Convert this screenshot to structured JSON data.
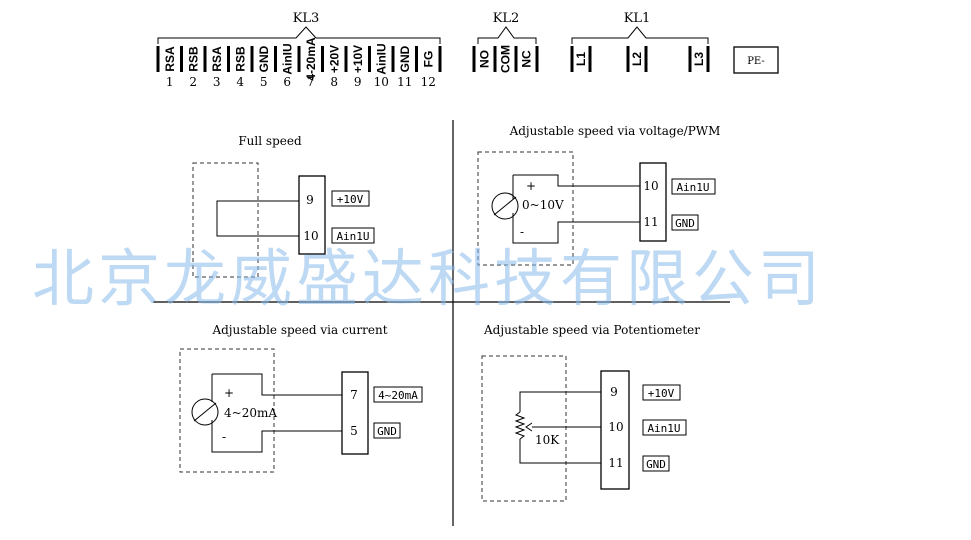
{
  "header": {
    "groups": [
      {
        "label": "KL3"
      },
      {
        "label": "KL2"
      },
      {
        "label": "KL1"
      }
    ],
    "kl3_terminals": [
      "RSA",
      "RSB",
      "RSA",
      "RSB",
      "GND",
      "AinIU",
      "4-20mA",
      "+20V",
      "+10V",
      "AinIU",
      "GND",
      "FG"
    ],
    "kl3_numbers": [
      "1",
      "2",
      "3",
      "4",
      "5",
      "6",
      "7",
      "8",
      "9",
      "10",
      "11",
      "12"
    ],
    "kl2_terminals": [
      "NO",
      "COM",
      "NC"
    ],
    "kl1_terminals": [
      "L1",
      "L2",
      "L3"
    ],
    "pe_label": "PE-"
  },
  "panels": {
    "full_speed": {
      "title": "Full speed",
      "rows": [
        {
          "num": "9",
          "label": "+10V"
        },
        {
          "num": "10",
          "label": "Ain1U"
        }
      ]
    },
    "voltage": {
      "title": "Adjustable speed via voltage/PWM",
      "plus": "+",
      "minus": "-",
      "source": "0~10V",
      "rows": [
        {
          "num": "10",
          "label": "Ain1U"
        },
        {
          "num": "11",
          "label": "GND"
        }
      ]
    },
    "current": {
      "title": "Adjustable speed via current",
      "plus": "+",
      "minus": "-",
      "source": "4~20mA",
      "rows": [
        {
          "num": "7",
          "label": "4~20mA"
        },
        {
          "num": "5",
          "label": "GND"
        }
      ]
    },
    "potentiometer": {
      "title": "Adjustable speed via Potentiometer",
      "resistor": "10K",
      "rows": [
        {
          "num": "9",
          "label": "+10V"
        },
        {
          "num": "10",
          "label": "Ain1U"
        },
        {
          "num": "11",
          "label": "GND"
        }
      ]
    }
  },
  "watermark": "北京龙威盛达科技有限公司"
}
